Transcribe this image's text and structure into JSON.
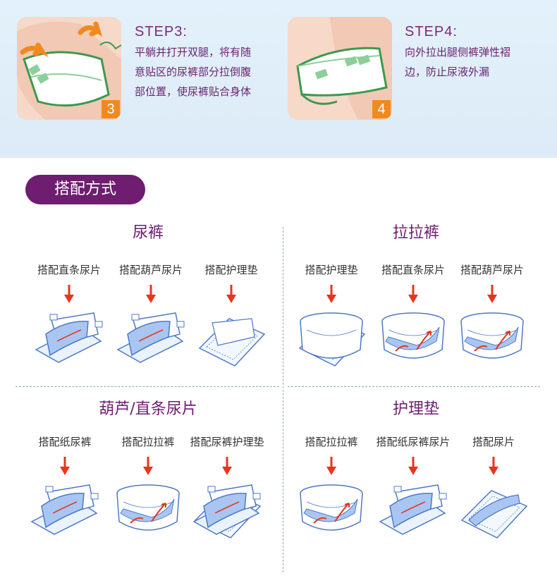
{
  "steps": [
    {
      "num": "3",
      "title": "STEP3:",
      "lines": [
        "平躺并打开双腿，将有随",
        "意贴区的尿裤部分拉倒腹",
        "部位置，使尿裤贴合身体"
      ]
    },
    {
      "num": "4",
      "title": "STEP4:",
      "lines": [
        "向外拉出腿侧裤弹性褶",
        "边，防止尿液外漏"
      ]
    }
  ],
  "badge": "搭配方式",
  "sections": [
    {
      "title": "尿裤",
      "items": [
        {
          "label": "搭配直条尿片",
          "figure": "diaper-pad"
        },
        {
          "label": "搭配葫芦尿片",
          "figure": "diaper-pad"
        },
        {
          "label": "搭配护理垫",
          "figure": "diaper-sheet"
        }
      ]
    },
    {
      "title": "拉拉裤",
      "items": [
        {
          "label": "搭配护理垫",
          "figure": "pants-sheet"
        },
        {
          "label": "搭配直条尿片",
          "figure": "pants-pad"
        },
        {
          "label": "搭配葫芦尿片",
          "figure": "pants-pad"
        }
      ]
    },
    {
      "title": "葫芦/直条尿片",
      "items": [
        {
          "label": "搭配纸尿裤",
          "figure": "diaper-pad"
        },
        {
          "label": "搭配拉拉裤",
          "figure": "pants-pad"
        },
        {
          "label": "搭配尿裤护理垫",
          "figure": "diaper-sheet-pad"
        }
      ]
    },
    {
      "title": "护理垫",
      "items": [
        {
          "label": "搭配拉拉裤",
          "figure": "pants-pad"
        },
        {
          "label": "搭配纸尿裤尿片",
          "figure": "diaper-pad"
        },
        {
          "label": "搭配尿片",
          "figure": "sheet-pad"
        }
      ]
    }
  ],
  "colors": {
    "accent": "#6e1d70",
    "arrow": "#e8351c",
    "step": "#f08a1e",
    "line": "#4d78c8",
    "fill": "#a9c6f2"
  }
}
